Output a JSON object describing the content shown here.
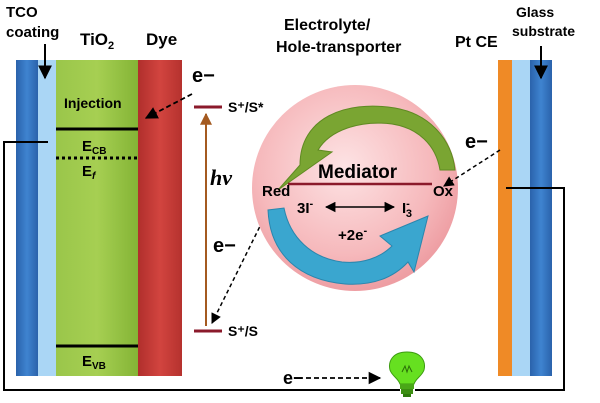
{
  "labels": {
    "tco_line1": "TCO",
    "tco_line2": "coating",
    "tio2_main": "TiO",
    "tio2_sub": "2",
    "dye": "Dye",
    "electrolyte_line1": "Electrolyte/",
    "electrolyte_line2": "Hole-transporter",
    "pt_ce": "Pt CE",
    "glass_line1": "Glass",
    "glass_line2": "substrate",
    "electron_top": "e−",
    "injection": "Injection",
    "ecb_main": "E",
    "ecb_sub": "CB",
    "ef_main": "E",
    "ef_sub": "f",
    "evb_main": "E",
    "evb_sub": "VB",
    "excited_state": "S⁺/S*",
    "ground_state": "S⁺/S",
    "hv": "hv",
    "electron_dye": "e−",
    "mediator": "Mediator",
    "red": "Red",
    "ox": "Ox",
    "iodide_main": "3I",
    "iodide_sup": "-",
    "triiodide_main": "I",
    "triiodide_sup": "-",
    "triiodide_sub": "3",
    "two_electrons_main": "+2e",
    "two_electrons_sup": "-",
    "electron_right": "e−",
    "electron_bottom": "e−"
  },
  "colors": {
    "tco_dark_blue": "#2e6fbd",
    "tco_light_blue": "#aad6f5",
    "tio2_green": "#8cba3c",
    "dye_red": "#c93a36",
    "pt_orange": "#ef8a26",
    "glass_light_blue": "#aad6f5",
    "glass_dark_blue": "#2e6fbd",
    "level_line": "#8b1a2b",
    "photon_arrow": "#a45a20",
    "sphere_pink": "#f6b9bc",
    "arrow_green": "#7aa532",
    "arrow_cyan": "#3aa6cf",
    "bulb_green": "#66e020"
  },
  "icons": {
    "bulb": "light-bulb-icon"
  }
}
